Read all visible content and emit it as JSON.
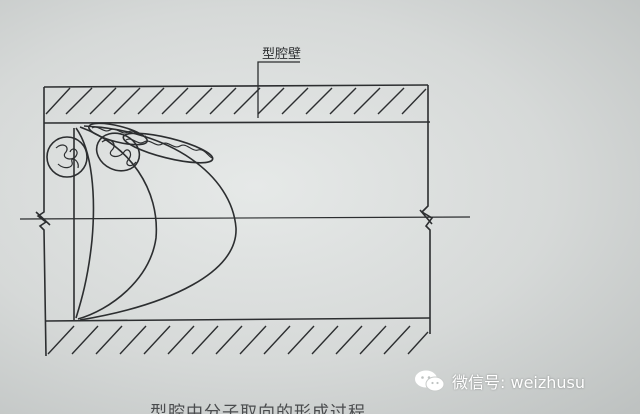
{
  "diagram": {
    "wall_label": "型腔壁"
  },
  "watermark": {
    "text": "微信号: weizhusu",
    "icon": "wechat-icon"
  },
  "caption": {
    "partial_text": "型腔中分子取向的形成过程"
  }
}
